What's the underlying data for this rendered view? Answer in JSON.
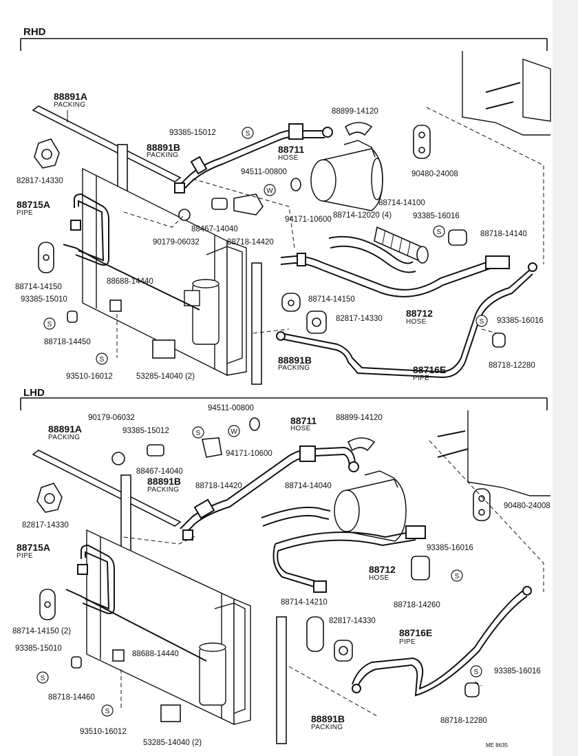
{
  "diagram": {
    "sections": [
      {
        "title": "RHD",
        "labels": [
          {
            "id": "88891A",
            "part": "88891A",
            "name": "PACKING"
          },
          {
            "id": "88891B_top",
            "part": "88891B",
            "name": "PACKING"
          },
          {
            "id": "93385-15012",
            "part": "93385-15012"
          },
          {
            "id": "88711",
            "part": "88711",
            "name": "HOSE"
          },
          {
            "id": "88899-14120",
            "part": "88899-14120"
          },
          {
            "id": "94511-00800",
            "part": "94511-00800"
          },
          {
            "id": "82817-14330",
            "part": "82817-14330"
          },
          {
            "id": "90480-24008",
            "part": "90480-24008"
          },
          {
            "id": "88715A",
            "part": "88715A",
            "name": "PIPE"
          },
          {
            "id": "88467-14040",
            "part": "88467-14040"
          },
          {
            "id": "94171-10600",
            "part": "94171-10600"
          },
          {
            "id": "88714-12020",
            "part": "88714-12020 (4)"
          },
          {
            "id": "88714-14100",
            "part": "88714-14100"
          },
          {
            "id": "93385-16016a",
            "part": "93385-16016"
          },
          {
            "id": "90179-06032",
            "part": "90179-06032"
          },
          {
            "id": "88718-14420",
            "part": "88718-14420"
          },
          {
            "id": "88718-14140",
            "part": "88718-14140"
          },
          {
            "id": "88714-14150",
            "part": "88714-14150"
          },
          {
            "id": "88688-14440",
            "part": "88688-14440"
          },
          {
            "id": "93385-15010",
            "part": "93385-15010"
          },
          {
            "id": "88714-14150b",
            "part": "88714-14150"
          },
          {
            "id": "82817-14330b",
            "part": "82817-14330"
          },
          {
            "id": "88712",
            "part": "88712",
            "name": "HOSE"
          },
          {
            "id": "93385-16016b",
            "part": "93385-16016"
          },
          {
            "id": "88718-14450",
            "part": "88718-14450"
          },
          {
            "id": "88718-12280",
            "part": "88718-12280"
          },
          {
            "id": "88891B_bot",
            "part": "88891B",
            "name": "PACKING"
          },
          {
            "id": "88716E",
            "part": "88716E",
            "name": "PIPE"
          },
          {
            "id": "93510-16012",
            "part": "93510-16012"
          },
          {
            "id": "53285-14040",
            "part": "53285-14040 (2)"
          }
        ]
      },
      {
        "title": "LHD",
        "labels": [
          {
            "id": "90179-06032",
            "part": "90179-06032"
          },
          {
            "id": "94511-00800",
            "part": "94511-00800"
          },
          {
            "id": "88711",
            "part": "88711",
            "name": "HOSE"
          },
          {
            "id": "88899-14120",
            "part": "88899-14120"
          },
          {
            "id": "88891A",
            "part": "88891A",
            "name": "PACKING"
          },
          {
            "id": "93385-15012",
            "part": "93385-15012"
          },
          {
            "id": "94171-10600",
            "part": "94171-10600"
          },
          {
            "id": "88467-14040",
            "part": "88467-14040"
          },
          {
            "id": "88891B_top",
            "part": "88891B",
            "name": "PACKING"
          },
          {
            "id": "88718-14420",
            "part": "88718-14420"
          },
          {
            "id": "88714-14040",
            "part": "88714-14040"
          },
          {
            "id": "90480-24008",
            "part": "90480-24008"
          },
          {
            "id": "82817-14330",
            "part": "82817-14330"
          },
          {
            "id": "88715A",
            "part": "88715A",
            "name": "PIPE"
          },
          {
            "id": "93385-16016a",
            "part": "93385-16016"
          },
          {
            "id": "88712",
            "part": "88712",
            "name": "HOSE"
          },
          {
            "id": "88718-14260",
            "part": "88718-14260"
          },
          {
            "id": "88714-14210",
            "part": "88714-14210"
          },
          {
            "id": "82817-14330b",
            "part": "82817-14330"
          },
          {
            "id": "88714-14150",
            "part": "88714-14150 (2)"
          },
          {
            "id": "88716E",
            "part": "88716E",
            "name": "PIPE"
          },
          {
            "id": "93385-15010",
            "part": "93385-15010"
          },
          {
            "id": "88688-14440",
            "part": "88688-14440"
          },
          {
            "id": "93385-16016b",
            "part": "93385-16016"
          },
          {
            "id": "88718-14460",
            "part": "88718-14460"
          },
          {
            "id": "88718-12280",
            "part": "88718-12280"
          },
          {
            "id": "88891B_bot",
            "part": "88891B",
            "name": "PACKING"
          },
          {
            "id": "93510-16012",
            "part": "93510-16012"
          },
          {
            "id": "53285-14040",
            "part": "53285-14040 (2)"
          }
        ]
      }
    ],
    "footer_code": "ME 8635",
    "s_symbol": "S",
    "w_symbol": "W"
  }
}
